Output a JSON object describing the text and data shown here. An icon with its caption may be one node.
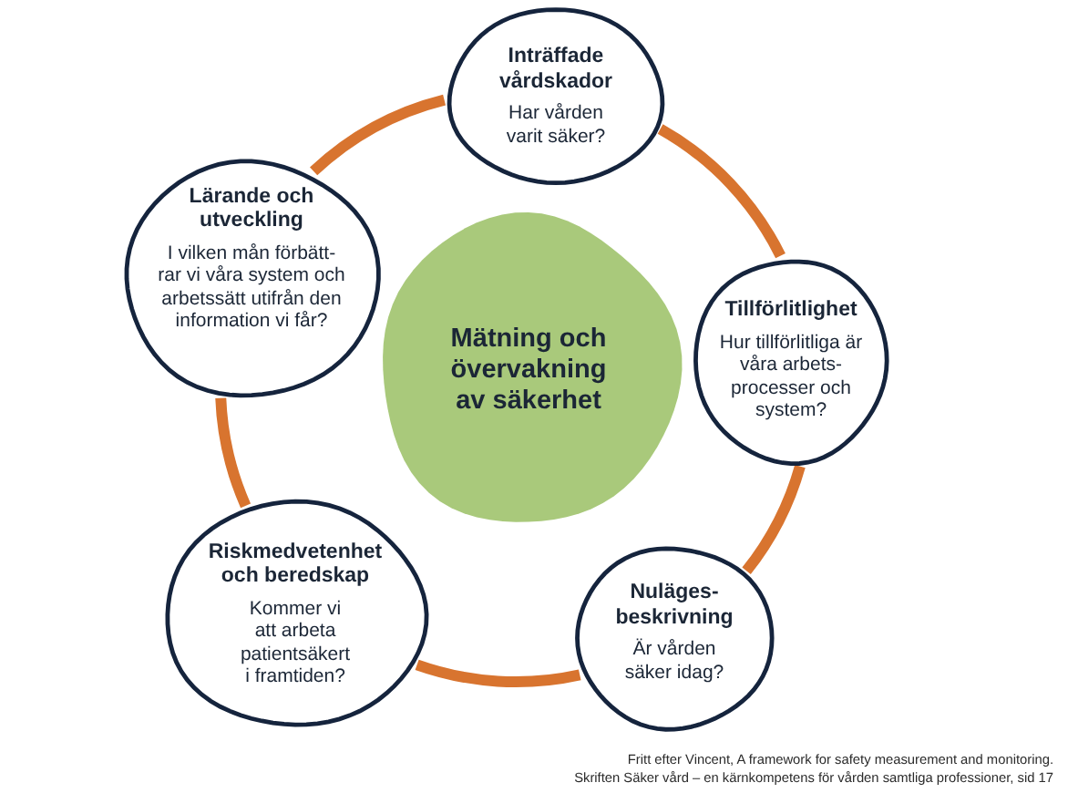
{
  "diagram": {
    "caption": "Fritt efter Vincent, A framework for safety measurement and monitoring. Skriften Säker vård – en kärnkompetens för vården samtliga professioner, sid 17",
    "nodes": [
      {
        "text": [
          "Inträffade vårdskador",
          "Har vården varit säker?"
        ]
      },
      {
        "text": [
          "Lärande och utveckling",
          "I vilken mån förbätt- rar vi våra system och arbetssätt utifrån den information vi får?"
        ]
      },
      {
        "text": [
          "Tillförlitlighet",
          "Hur tillförlitliga är våra arbets- processer och system?"
        ]
      },
      {
        "text": [
          "Mätning och övervakning av säkerhet"
        ]
      },
      {
        "text": [
          "Riskmedvetenhet och beredskap",
          "Kommer vi att arbeta patientsäkert i framtiden?"
        ]
      },
      {
        "text": [
          "Nuläges- beskrivning",
          "Är vården säker idag?"
        ]
      }
    ],
    "edges": [
      {
        "from": 0,
        "to": 2,
        "arrow": "none"
      },
      {
        "from": 2,
        "to": 5,
        "arrow": "none"
      },
      {
        "from": 5,
        "to": 4,
        "arrow": "none"
      },
      {
        "from": 4,
        "to": 1,
        "arrow": "none"
      },
      {
        "from": 1,
        "to": 0,
        "arrow": "none"
      }
    ]
  }
}
